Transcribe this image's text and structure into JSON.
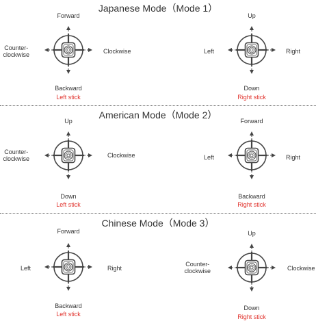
{
  "modes": [
    {
      "title": "Japanese Mode（Mode 1）",
      "left": {
        "up": "Forward",
        "down": "Backward",
        "left": "Counter-\nclockwise",
        "right": "Clockwise",
        "caption": "Left stick"
      },
      "right": {
        "up": "Up",
        "down": "Down",
        "left": "Left",
        "right": "Right",
        "caption": "Right stick"
      }
    },
    {
      "title": "American Mode（Mode 2）",
      "left": {
        "up": "Up",
        "down": "Down",
        "left": "Counter-\nclockwise",
        "right": "Clockwise",
        "caption": "Left stick"
      },
      "right": {
        "up": "Forward",
        "down": "Backward",
        "left": "Left",
        "right": "Right",
        "caption": "Right stick"
      }
    },
    {
      "title": "Chinese Mode（Mode 3）",
      "left": {
        "up": "Forward",
        "down": "Backward",
        "left": "Left",
        "right": "Right",
        "caption": "Left stick"
      },
      "right": {
        "up": "Up",
        "down": "Down",
        "left": "Counter-\nclockwise",
        "right": "Clockwise",
        "caption": "Right stick"
      }
    }
  ],
  "colors": {
    "caption": "#e0312b",
    "text": "#333333",
    "line": "#555555"
  }
}
